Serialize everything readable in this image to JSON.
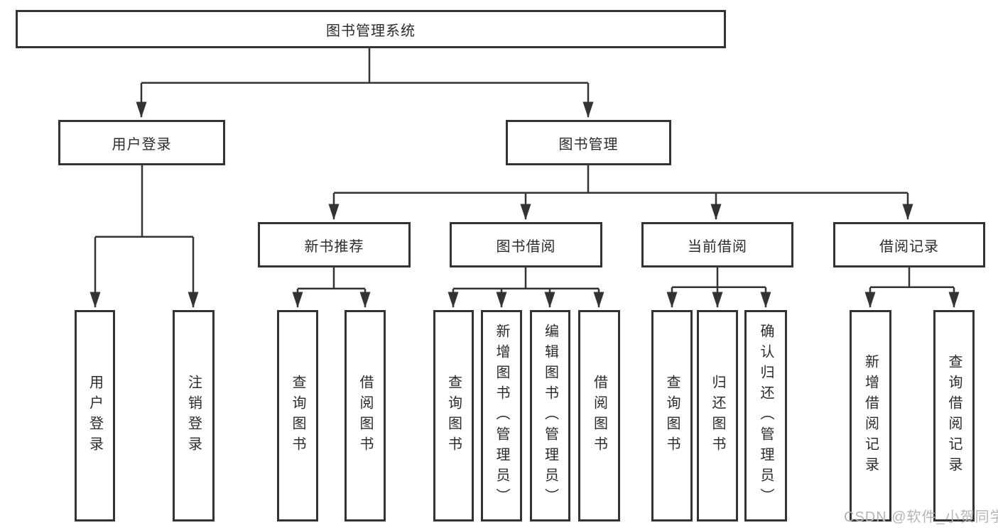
{
  "tree": {
    "root": {
      "label": "图书管理系统"
    },
    "branches": [
      {
        "label": "用户登录",
        "children": [
          {
            "label": "用户登录"
          },
          {
            "label": "注销登录"
          }
        ]
      },
      {
        "label": "图书管理",
        "children": [
          {
            "label": "新书推荐",
            "children": [
              {
                "label": "查询图书"
              },
              {
                "label": "借阅图书"
              }
            ]
          },
          {
            "label": "图书借阅",
            "children": [
              {
                "label": "查询图书"
              },
              {
                "label": "新增图书（管理员）"
              },
              {
                "label": "编辑图书（管理员）"
              },
              {
                "label": "借阅图书"
              }
            ]
          },
          {
            "label": "当前借阅",
            "children": [
              {
                "label": "查询图书"
              },
              {
                "label": "归还图书"
              },
              {
                "label": "确认归还（管理员）"
              }
            ]
          },
          {
            "label": "借阅记录",
            "children": [
              {
                "label": "新增借阅记录"
              },
              {
                "label": "查询借阅记录"
              }
            ]
          }
        ]
      }
    ]
  },
  "watermark": "CSDN @软件_小贺同学",
  "colors": {
    "line": "#333333",
    "box_border": "#333333",
    "box_background": "#ffffff",
    "text": "#2b2b2b",
    "watermark": "#b5b5b5"
  }
}
